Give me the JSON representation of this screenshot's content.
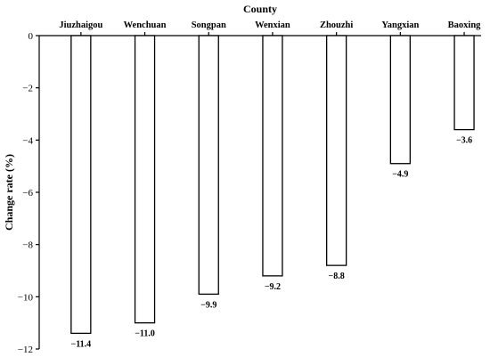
{
  "chart_data": {
    "type": "bar",
    "title": "",
    "xlabel": "County",
    "ylabel": "Change rate (%)",
    "categories": [
      "Jiuzhaigou",
      "Wenchuan",
      "Songpan",
      "Wenxian",
      "Zhouzhi",
      "Yangxian",
      "Baoxing"
    ],
    "values": [
      -11.4,
      -11.0,
      -9.9,
      -9.2,
      -8.8,
      -4.9,
      -3.6
    ],
    "data_labels": [
      "−11.4",
      "−11.0",
      "−9.9",
      "−9.2",
      "−8.8",
      "−4.9",
      "−3.6"
    ],
    "ylim": [
      -12,
      0
    ],
    "yticks": [
      0,
      -2,
      -4,
      -6,
      -8,
      -10,
      -12
    ],
    "ytick_labels": [
      "0",
      "−2",
      "−4",
      "−6",
      "−8",
      "−10",
      "−12"
    ],
    "xaxis_position": "top",
    "grid": false,
    "legend": "none",
    "colors": {
      "bar_fill": "#ffffff",
      "bar_stroke": "#000000"
    }
  }
}
